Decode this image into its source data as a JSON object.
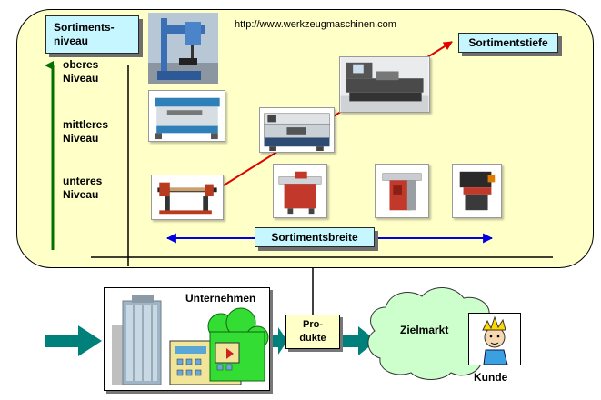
{
  "url": "http://www.werkzeugmaschinen.com",
  "labels": {
    "sortimentsniveau_line1": "Sortiments-",
    "sortimentsniveau_line2": "niveau",
    "sortimentstiefe": "Sortimentstiefe",
    "sortimentsbreite": "Sortimentsbreite"
  },
  "levels": {
    "oberes": [
      "oberes",
      "Niveau"
    ],
    "mittleres": [
      "mittleres",
      "Niveau"
    ],
    "unteres": [
      "unteres",
      "Niveau"
    ]
  },
  "bottom": {
    "unternehmen": "Unternehmen",
    "produkte_line1": "Pro-",
    "produkte_line2": "dukte",
    "zielmarkt": "Zielmarkt",
    "kunde": "Kunde"
  },
  "colors": {
    "panel_bg": "#ffffc8",
    "label_bg": "#c6f6ff",
    "arrow_green": "#007000",
    "arrow_red": "#e00000",
    "arrow_blue": "#0000e0",
    "arrow_teal": "#00807a",
    "cloud_green": "#ccffcc"
  },
  "images": [
    "drill-press-photo",
    "metal-lathe-photo",
    "cnc-lathe-photo",
    "large-lathe-photo",
    "wood-lathe-photo",
    "table-saw-photo",
    "jointer-planer-photo",
    "band-saw-photo"
  ]
}
